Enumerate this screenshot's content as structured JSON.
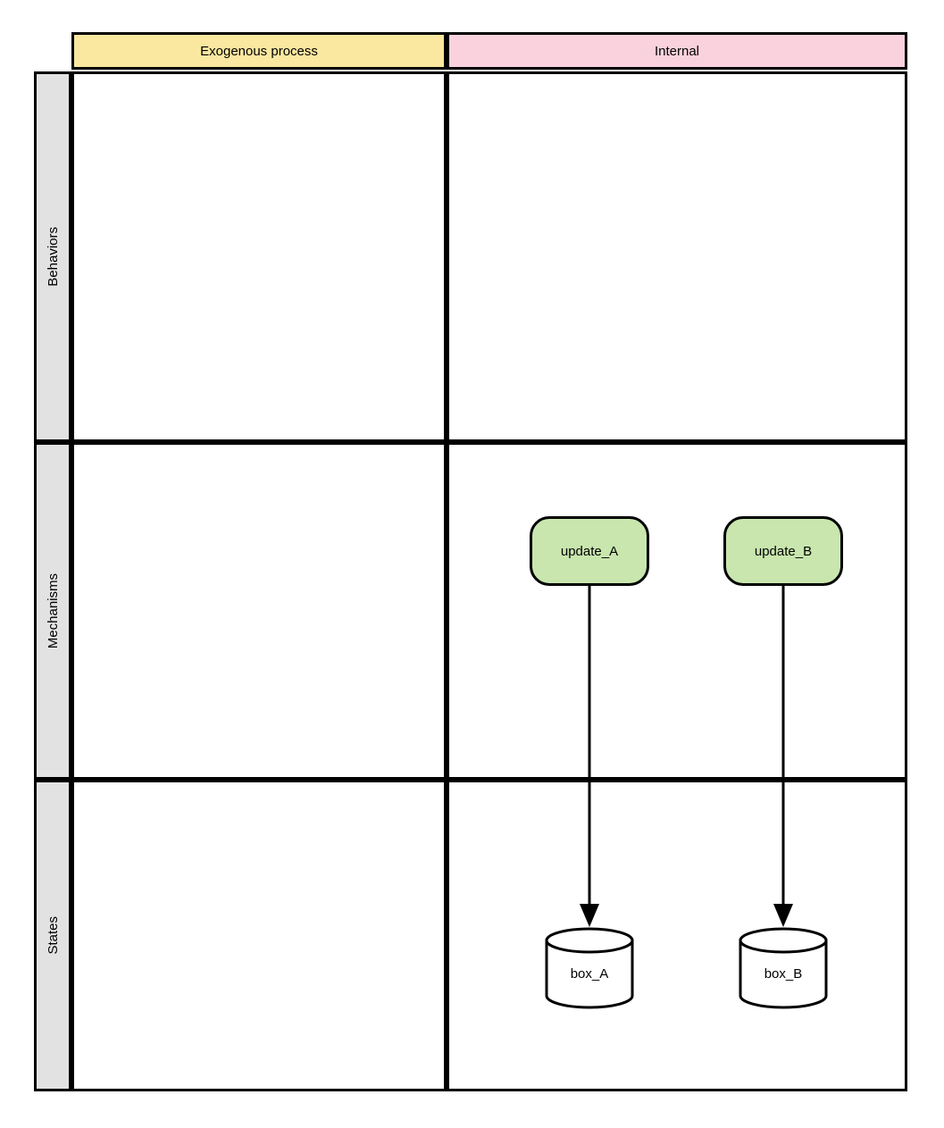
{
  "diagram": {
    "title": "Exogenous process / Internal swimlane diagram",
    "columns": [
      {
        "id": "exogenous",
        "label": "Exogenous process",
        "color": "#fae7a0"
      },
      {
        "id": "internal",
        "label": "Internal",
        "color": "#f9d2dd"
      }
    ],
    "rows": [
      {
        "id": "behaviors",
        "label": "Behaviors",
        "color": "#e2e2e2"
      },
      {
        "id": "mechanisms",
        "label": "Mechanisms",
        "color": "#e2e2e2"
      },
      {
        "id": "states",
        "label": "States",
        "color": "#e2e2e2"
      }
    ],
    "nodes": [
      {
        "id": "update_A",
        "label": "update_A",
        "shape": "rounded-rectangle",
        "fill": "#c8e6ae",
        "row": "mechanisms",
        "column": "internal"
      },
      {
        "id": "update_B",
        "label": "update_B",
        "shape": "rounded-rectangle",
        "fill": "#c8e6ae",
        "row": "mechanisms",
        "column": "internal"
      },
      {
        "id": "box_A",
        "label": "box_A",
        "shape": "cylinder",
        "fill": "#ffffff",
        "row": "states",
        "column": "internal"
      },
      {
        "id": "box_B",
        "label": "box_B",
        "shape": "cylinder",
        "fill": "#ffffff",
        "row": "states",
        "column": "internal"
      }
    ],
    "edges": [
      {
        "from": "update_A",
        "to": "box_A",
        "style": "solid",
        "arrowhead": "filled-triangle"
      },
      {
        "from": "update_B",
        "to": "box_B",
        "style": "solid",
        "arrowhead": "filled-triangle"
      }
    ],
    "background": "#ffffff",
    "stroke": "#000000"
  }
}
